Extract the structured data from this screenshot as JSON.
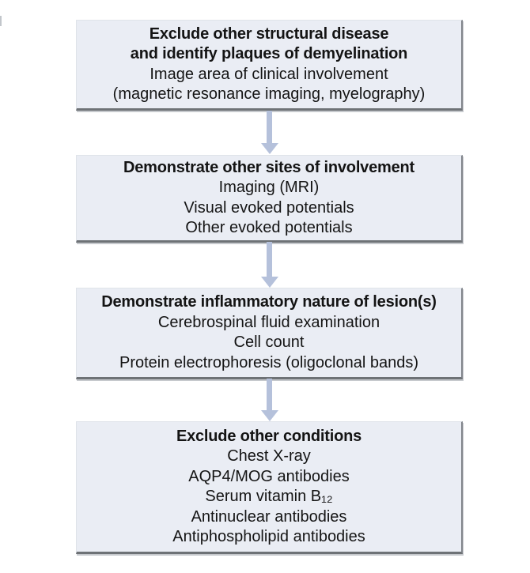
{
  "flowchart": {
    "description": "Diagnostic work-up flowchart with four sequential steps connected by downward arrows",
    "colors": {
      "box_fill": "#eaedf4",
      "box_border_dark": "#6e7276",
      "arrow": "#b5c1db",
      "text": "#141414"
    },
    "boxes": [
      {
        "title_line1": "Exclude other structural disease",
        "title_line2": "and identify plaques of demyelination",
        "items": [
          "Image area of clinical involvement",
          "(magnetic resonance imaging, myelography)"
        ]
      },
      {
        "title_line1": "Demonstrate other sites of involvement",
        "items": [
          "Imaging (MRI)",
          "Visual evoked potentials",
          "Other evoked potentials"
        ]
      },
      {
        "title_line1": "Demonstrate inflammatory nature of lesion(s)",
        "items": [
          "Cerebrospinal fluid examination",
          "Cell count",
          "Protein electrophoresis (oligoclonal bands)"
        ]
      },
      {
        "title_line1": "Exclude other conditions",
        "items": [
          "Chest X-ray",
          "AQP4/MOG antibodies",
          "Serum vitamin B₁₂",
          "Antinuclear antibodies",
          "Antiphospholipid antibodies"
        ]
      }
    ]
  }
}
